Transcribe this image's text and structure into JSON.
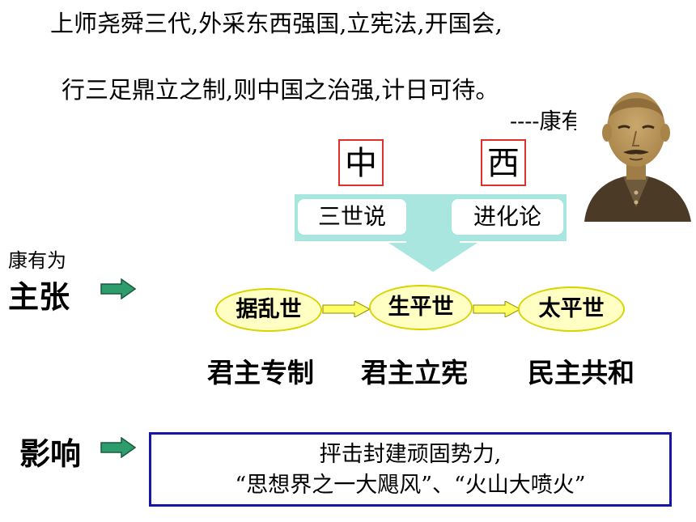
{
  "quote": {
    "line1": "上师尧舜三代,外采东西强国,立宪法,开国会,",
    "line2": "行三足鼎立之制,则中国之治强,计日可待。",
    "attribution": "----康有为"
  },
  "sources": {
    "china": "中",
    "west": "西",
    "china_theory": "三世说",
    "west_theory": "进化论"
  },
  "claims": {
    "subject": "康有为",
    "label": "主张",
    "stages": [
      "据乱世",
      "生平世",
      "太平世"
    ],
    "systems": [
      "君主专制",
      "君主立宪",
      "民主共和"
    ]
  },
  "influence": {
    "label": "影响",
    "line1": "抨击封建顽固势力,",
    "line2": "“思想界之一大飓风”、“火山大喷火”"
  },
  "colors": {
    "red_border": "#e0302a",
    "band": "#a8e6df",
    "oval_fill": "#ffffc4",
    "oval_border": "#d9d300",
    "arrow_green": "#2e9c6c",
    "box_blue": "#1616a8"
  }
}
